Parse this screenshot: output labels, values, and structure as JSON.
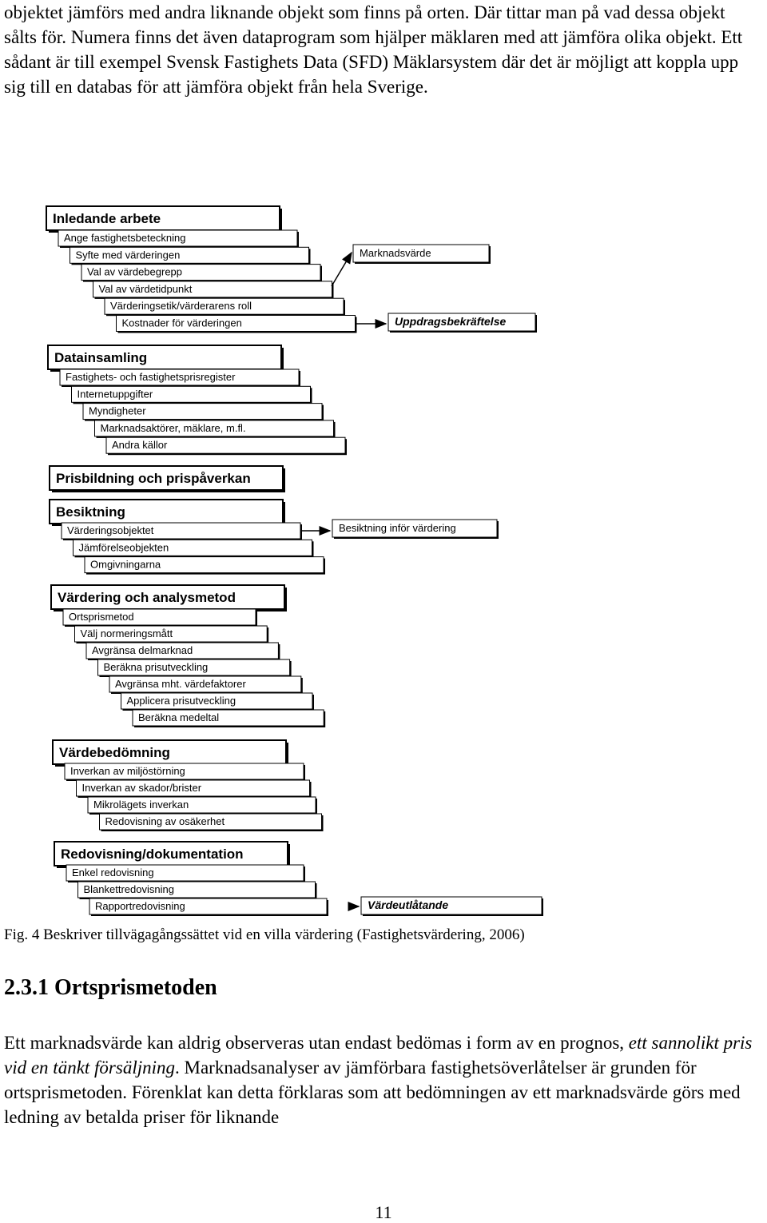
{
  "intro_text": "objektet jämförs med andra liknande objekt som finns på orten. Där tittar man på vad dessa objekt sålts för. Numera finns det även dataprogram som hjälper mäklaren med att jämföra olika objekt. Ett sådant är till exempel Svensk Fastighets Data (SFD) Mäklarsystem där det är möjligt att koppla upp sig till en databas för att jämföra objekt från hela Sverige.",
  "flowchart": {
    "sections": [
      {
        "title": "Inledande arbete",
        "steps": [
          "Ange fastighetsbeteckning",
          "Syfte med värderingen",
          "Val av värdebegrepp",
          "Val av värdetidpunkt",
          "Värderingsetik/värderarens roll",
          "Kostnader för värderingen"
        ]
      },
      {
        "title": "Datainsamling",
        "steps": [
          "Fastighets- och fastighetsprisregister",
          "Internetuppgifter",
          "Myndigheter",
          "Marknadsaktörer, mäklare, m.fl.",
          "Andra källor"
        ]
      },
      {
        "title": "Prisbildning och prispåverkan",
        "steps": []
      },
      {
        "title": "Besiktning",
        "steps": [
          "Värderingsobjektet",
          "Jämförelseobjekten",
          "Omgivningarna"
        ]
      },
      {
        "title": "Värdering och analysmetod",
        "steps": [
          "Ortsprismetod",
          "Välj normeringsmått",
          "Avgränsa delmarknad",
          "Beräkna prisutveckling",
          "Avgränsa mht. värdefaktorer",
          "Applicera prisutveckling",
          "Beräkna medeltal"
        ]
      },
      {
        "title": "Värdebedömning",
        "steps": [
          "Inverkan av miljöstörning",
          "Inverkan av skador/brister",
          "Mikrolägets inverkan",
          "Redovisning av osäkerhet"
        ]
      },
      {
        "title": "Redovisning/dokumentation",
        "steps": [
          "Enkel redovisning",
          "Blankettredovisning",
          "Rapportredovisning"
        ]
      }
    ],
    "targets": {
      "marknadsvarde": "Marknadsvärde",
      "uppdragsbekraftelse": "Uppdragsbekräftelse",
      "besiktning_infor": "Besiktning inför värdering",
      "vardeutlatande": "Värdeutlåtande"
    }
  },
  "caption": "Fig. 4 Beskriver tillvägagångssättet vid en villa värdering (Fastighetsvärdering, 2006)",
  "heading": "2.3.1 Ortsprismetoden",
  "body": {
    "part1": "Ett marknadsvärde kan aldrig observeras utan endast bedömas i form av en prognos, ",
    "italic": "ett sannolikt pris vid en tänkt försäljning",
    "part2": ". Marknadsanalyser av jämförbara fastighetsöverlåtelser är grunden för ortsprismetoden. Förenklat kan detta förklaras som att bedömningen av ett marknadsvärde görs med ledning av betalda priser för liknande"
  },
  "page_number": "11"
}
